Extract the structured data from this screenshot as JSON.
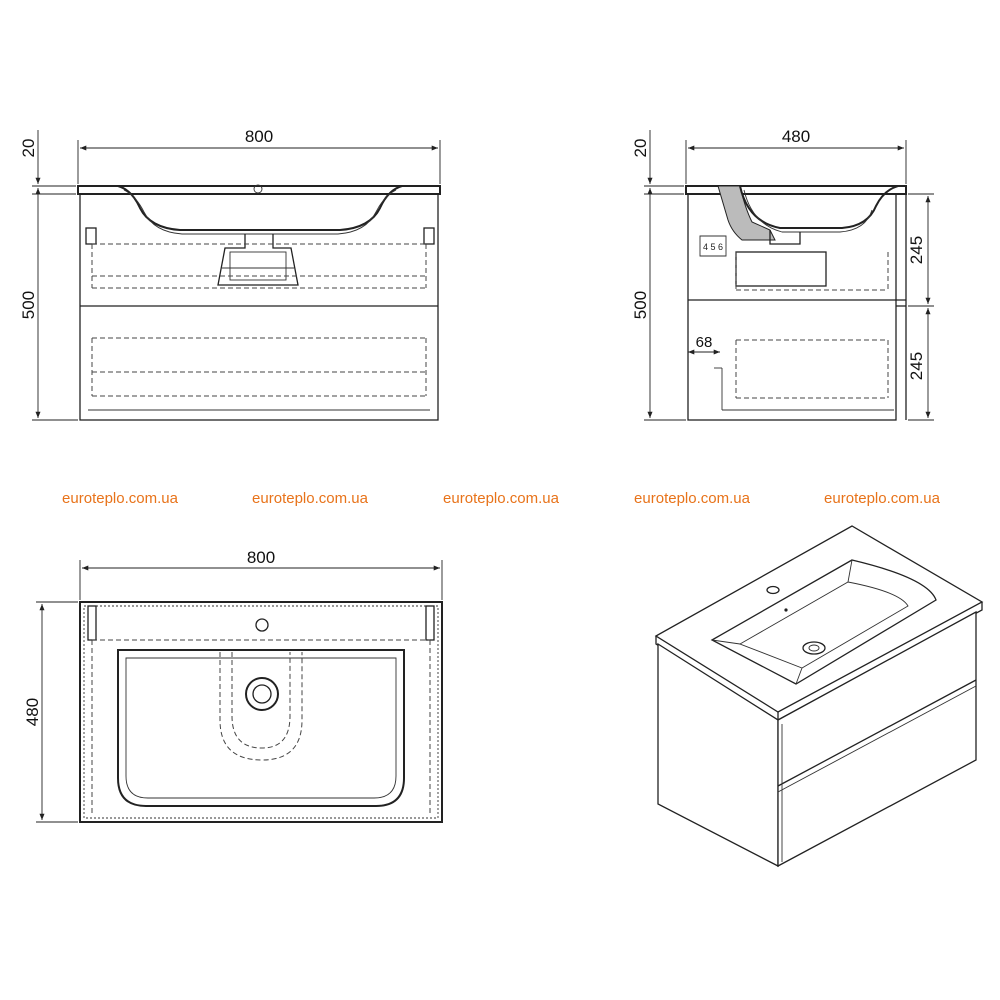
{
  "front_view": {
    "width_label": "800",
    "height_label": "500",
    "top_label": "20"
  },
  "side_view": {
    "depth_label": "480",
    "height_label": "500",
    "top_label": "20",
    "drawer_upper_label": "245",
    "drawer_lower_label": "245",
    "offset_label": "68"
  },
  "top_view": {
    "width_label": "800",
    "depth_label": "480"
  },
  "watermarks": [
    "euroteplo.com.ua",
    "euroteplo.com.ua",
    "euroteplo.com.ua",
    "euroteplo.com.ua",
    "euroteplo.com.ua"
  ],
  "colors": {
    "line": "#222222",
    "watermark": "#e8731a",
    "background": "#ffffff"
  }
}
